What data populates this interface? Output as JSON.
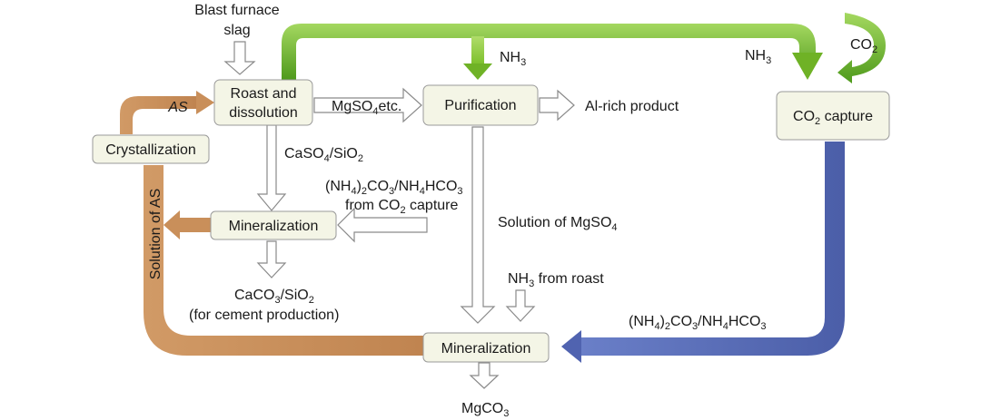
{
  "colors": {
    "nh3_flow": "#7bbf2a",
    "capture_flow": "#5a6fb8",
    "as_flow": "#c98f5a",
    "box_fill": "#f4f5e6"
  },
  "boxes": {
    "roast": [
      "Roast and",
      "dissolution"
    ],
    "purification": "Purification",
    "co2_capture": {
      "main": "CO",
      "sub": "2",
      "tail": " capture"
    },
    "crystallization": "Crystallization",
    "mineralization_left": "Mineralization",
    "mineralization_bottom": "Mineralization"
  },
  "labels": {
    "blast_furnace": [
      "Blast furnace",
      "slag"
    ],
    "mgso4_etc": [
      {
        "t": "MgSO"
      },
      {
        "t": "4",
        "s": 1
      },
      {
        "t": "etc."
      }
    ],
    "al_rich": [
      {
        "t": "Al-rich product"
      }
    ],
    "caso4_sio2": [
      {
        "t": "CaSO"
      },
      {
        "t": "4",
        "s": 1
      },
      {
        "t": "/SiO"
      },
      {
        "t": "2",
        "s": 1
      }
    ],
    "nh4_line1": [
      {
        "t": "(NH"
      },
      {
        "t": "4",
        "s": 1
      },
      {
        "t": ")"
      },
      {
        "t": "2",
        "s": 1
      },
      {
        "t": "CO"
      },
      {
        "t": "3",
        "s": 1
      },
      {
        "t": "/NH"
      },
      {
        "t": "4",
        "s": 1
      },
      {
        "t": "HCO"
      },
      {
        "t": "3",
        "s": 1
      }
    ],
    "nh4_line2": [
      {
        "t": "from CO"
      },
      {
        "t": "2",
        "s": 1
      },
      {
        "t": " capture"
      }
    ],
    "caco3_line1": [
      {
        "t": "CaCO"
      },
      {
        "t": "3",
        "s": 1
      },
      {
        "t": "/SiO"
      },
      {
        "t": "2",
        "s": 1
      }
    ],
    "caco3_line2": [
      {
        "t": "(for cement production)"
      }
    ],
    "solution_mgso4": [
      {
        "t": "Solution of MgSO"
      },
      {
        "t": "4",
        "s": 1
      }
    ],
    "nh3_from_roast": [
      {
        "t": "NH"
      },
      {
        "t": "3",
        "s": 1
      },
      {
        "t": " from roast"
      }
    ],
    "nh3_left": [
      {
        "t": "NH"
      },
      {
        "t": "3",
        "s": 1
      }
    ],
    "nh3_right": [
      {
        "t": "NH"
      },
      {
        "t": "3",
        "s": 1
      }
    ],
    "co2_top": [
      {
        "t": "CO"
      },
      {
        "t": "2",
        "s": 1
      }
    ],
    "nh4_bottom": [
      {
        "t": "(NH"
      },
      {
        "t": "4",
        "s": 1
      },
      {
        "t": ")"
      },
      {
        "t": "2",
        "s": 1
      },
      {
        "t": "CO"
      },
      {
        "t": "3",
        "s": 1
      },
      {
        "t": "/NH"
      },
      {
        "t": "4",
        "s": 1
      },
      {
        "t": "HCO"
      },
      {
        "t": "3",
        "s": 1
      }
    ],
    "mgco3": [
      {
        "t": "MgCO"
      },
      {
        "t": "3",
        "s": 1
      }
    ],
    "as_label": "AS",
    "solution_of_as": "Solution of AS"
  }
}
